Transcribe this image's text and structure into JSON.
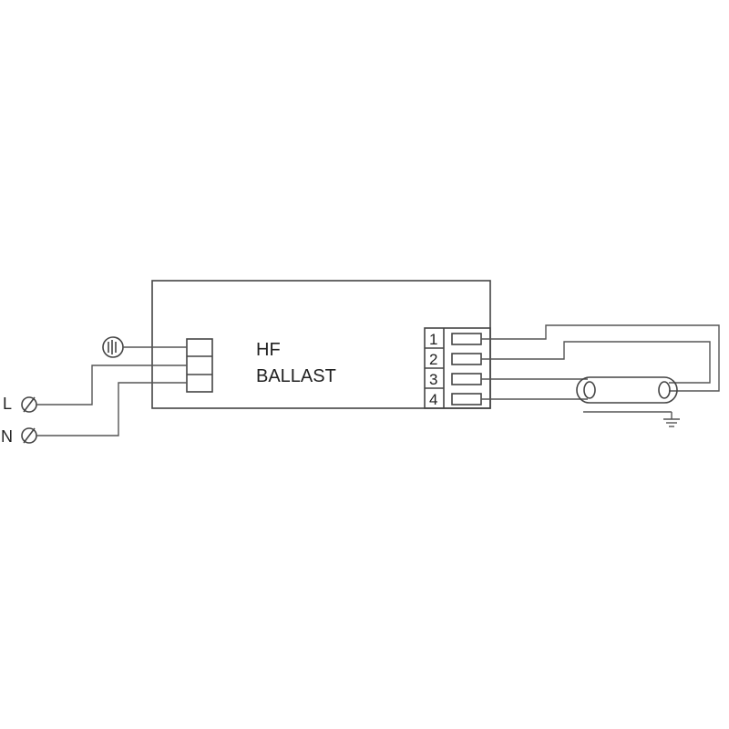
{
  "ballast": {
    "line1": "HF",
    "line2": "BALLAST"
  },
  "supply": {
    "live_label": "L",
    "neutral_label": "N"
  },
  "terminals": [
    "1",
    "2",
    "3",
    "4"
  ],
  "colors": {
    "line": "#555555",
    "text": "#222222"
  }
}
